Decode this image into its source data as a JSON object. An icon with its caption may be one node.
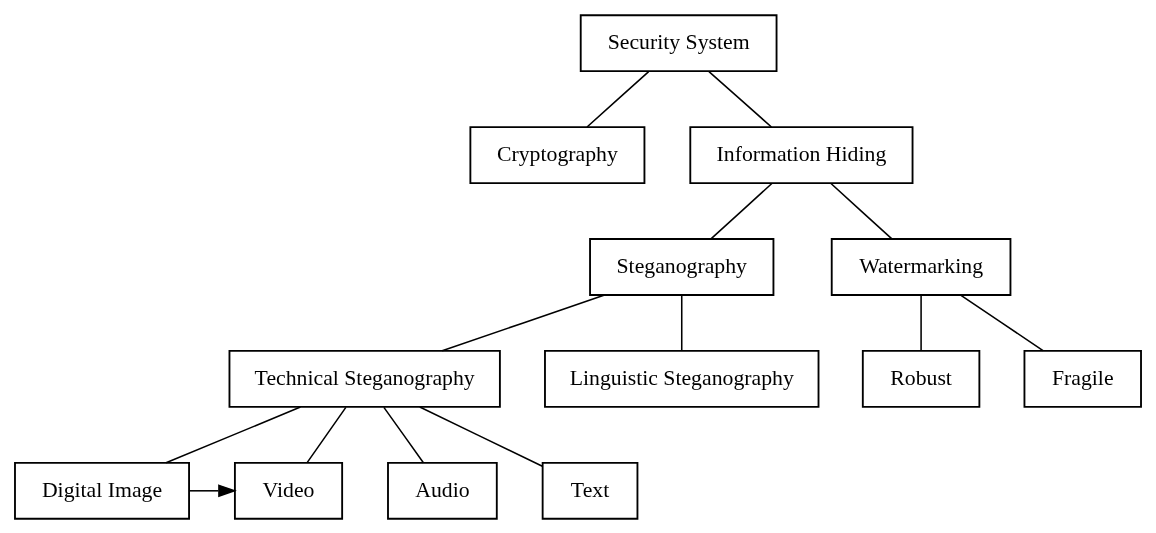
{
  "diagram": {
    "nodes": [
      {
        "text": [
          "Security System"
        ]
      },
      {
        "text": [
          "Cryptography"
        ]
      },
      {
        "text": [
          "Information Hiding"
        ]
      },
      {
        "text": [
          "Steganography"
        ]
      },
      {
        "text": [
          "Watermarking"
        ]
      },
      {
        "text": [
          "Technical Steganography"
        ]
      },
      {
        "text": [
          "Linguistic Steganography"
        ]
      },
      {
        "text": [
          "Robust"
        ]
      },
      {
        "text": [
          "Fragile"
        ]
      },
      {
        "text": [
          "Digital Image"
        ]
      },
      {
        "text": [
          "Video"
        ]
      },
      {
        "text": [
          "Audio"
        ]
      },
      {
        "text": [
          "Text"
        ]
      }
    ],
    "edges": [
      {
        "from": 0,
        "to": 1,
        "arrow": "none"
      },
      {
        "from": 0,
        "to": 2,
        "arrow": "none"
      },
      {
        "from": 2,
        "to": 3,
        "arrow": "none"
      },
      {
        "from": 2,
        "to": 4,
        "arrow": "none"
      },
      {
        "from": 3,
        "to": 5,
        "arrow": "none"
      },
      {
        "from": 3,
        "to": 6,
        "arrow": "none"
      },
      {
        "from": 4,
        "to": 7,
        "arrow": "none"
      },
      {
        "from": 4,
        "to": 8,
        "arrow": "none"
      },
      {
        "from": 5,
        "to": 9,
        "arrow": "none"
      },
      {
        "from": 5,
        "to": 10,
        "arrow": "none"
      },
      {
        "from": 5,
        "to": 11,
        "arrow": "none"
      },
      {
        "from": 5,
        "to": 12,
        "arrow": "none"
      },
      {
        "from": 9,
        "to": 10,
        "arrow": "to"
      }
    ]
  }
}
